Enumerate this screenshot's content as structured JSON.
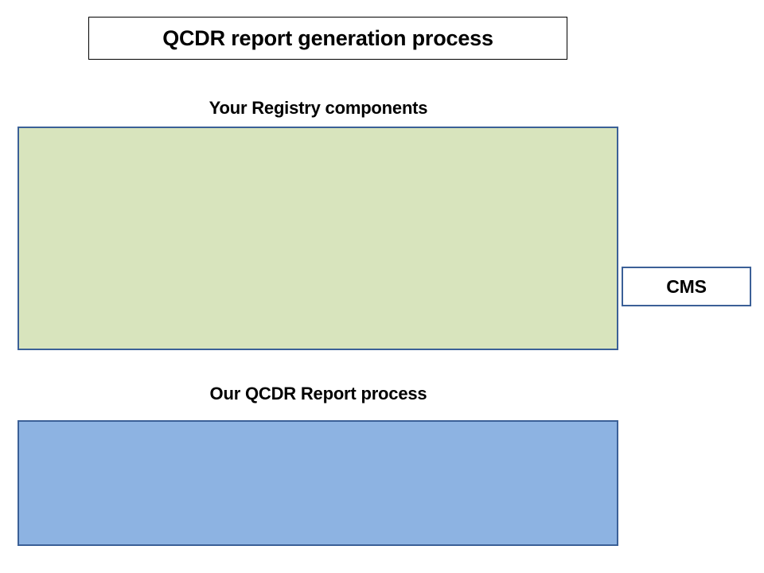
{
  "slide": {
    "title": "QCDR report generation process",
    "background_color": "#ffffff"
  },
  "sections": [
    {
      "caption": "Your Registry components",
      "band_label": "registry-band",
      "fill_color": "#d8e4bd",
      "border_color": "#3b6097",
      "contents": []
    },
    {
      "caption": "Our QCDR Report process",
      "band_label": "qcdr-band",
      "fill_color": "#8db3e2",
      "border_color": "#3b6097",
      "contents": []
    }
  ],
  "external": {
    "cms_label": "CMS",
    "fill_color": "#ffffff",
    "border_color": "#3b6097"
  },
  "colors": {
    "title_border": "#000000",
    "band_border": "#3b6097",
    "registry_fill": "#d8e4bd",
    "qcdr_fill": "#8db3e2",
    "text": "#000000",
    "page_background": "#ffffff"
  }
}
